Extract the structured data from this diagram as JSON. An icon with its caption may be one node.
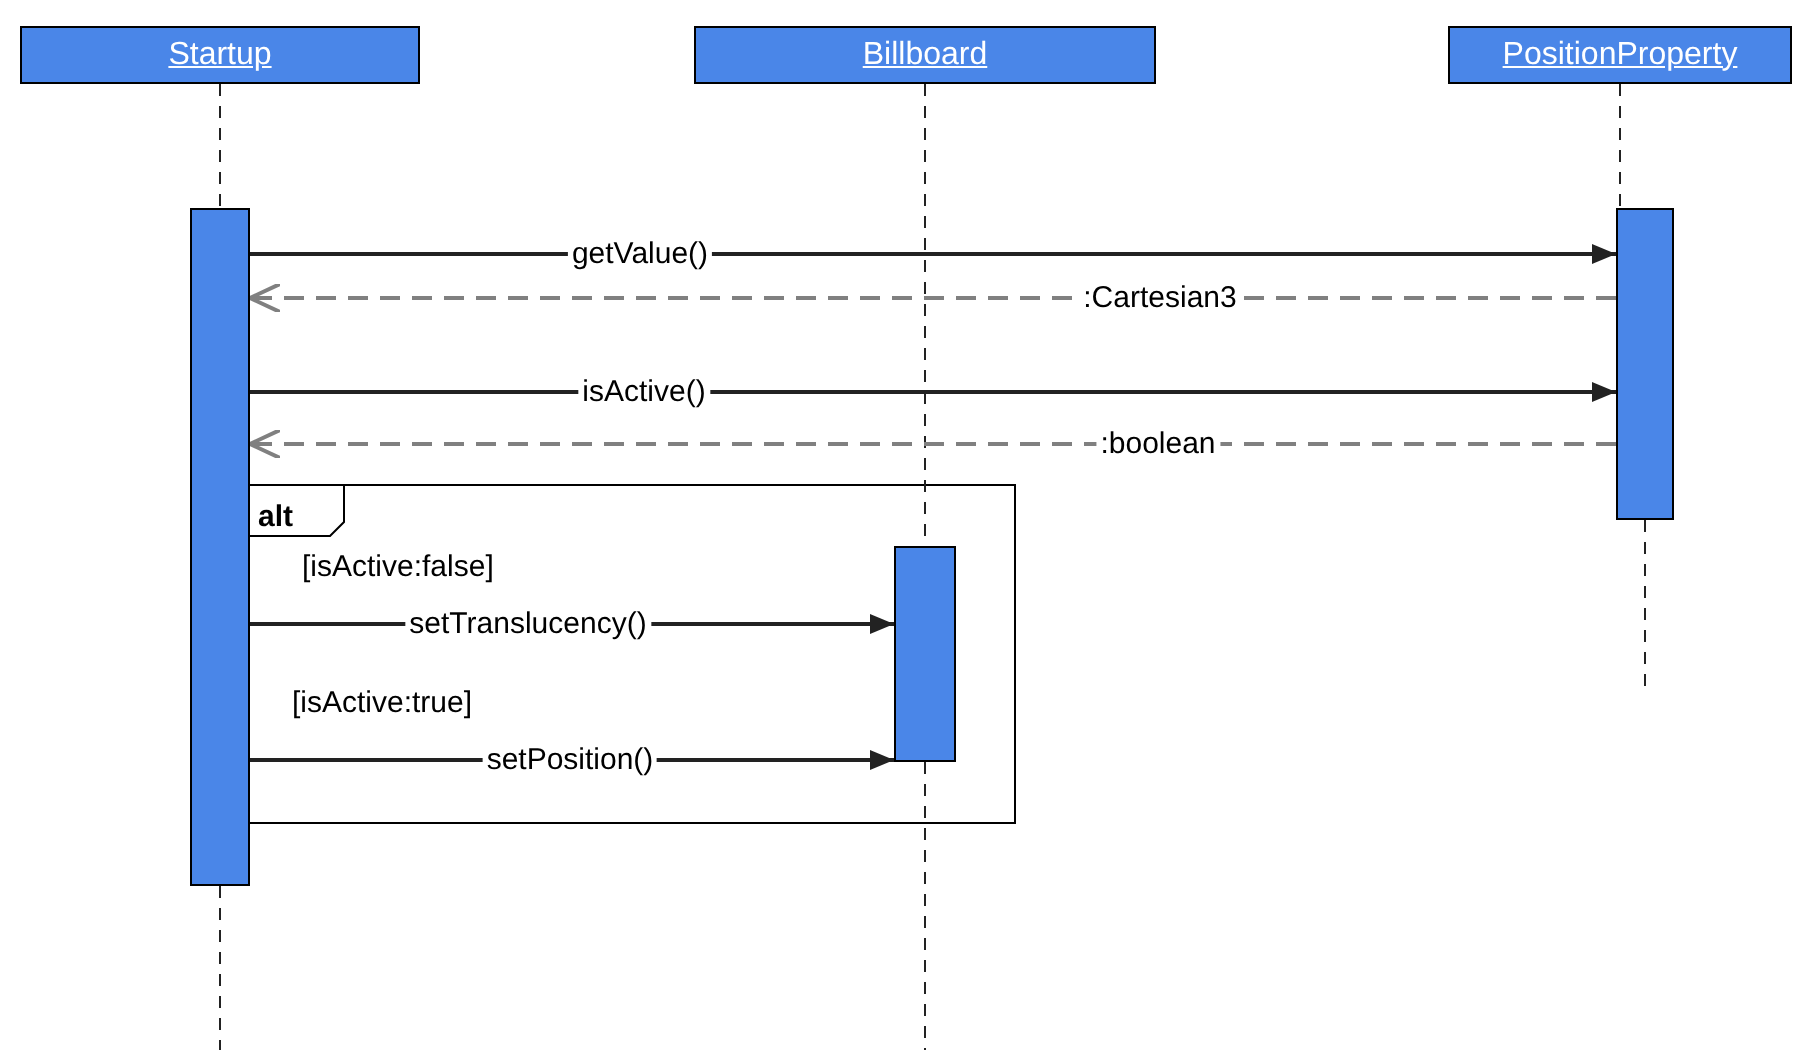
{
  "diagram": {
    "nodes": [
      {
        "text": [
          "Startup"
        ]
      },
      {
        "text": [
          "Billboard"
        ]
      },
      {
        "text": [
          "PositionProperty"
        ]
      },
      {
        "text": [],
        "shape": "bar"
      },
      {
        "text": [],
        "shape": "bar"
      },
      {
        "text": [],
        "shape": "bar",
        "in": 6
      },
      {
        "text": [
          "alt",
          "[isActive:false]",
          "[isActive:true]"
        ]
      }
    ],
    "edges": [
      {
        "from": 0,
        "to": 3,
        "arrow": "none",
        "style": "dashed"
      },
      {
        "from": 3,
        "to": null,
        "arrow": "none",
        "style": "dashed"
      },
      {
        "from": 1,
        "to": 5,
        "arrow": "none",
        "style": "dashed"
      },
      {
        "from": 5,
        "to": null,
        "arrow": "none",
        "style": "dashed"
      },
      {
        "from": 2,
        "to": 4,
        "arrow": "none",
        "style": "dashed"
      },
      {
        "from": 4,
        "to": null,
        "arrow": "none",
        "style": "dashed"
      },
      {
        "from": 3,
        "to": 4,
        "arrow": "to",
        "label": "getValue()"
      },
      {
        "from": 4,
        "to": 3,
        "arrow": "to",
        "label": ":Cartesian3",
        "style": "dashed",
        "color": "#808080"
      },
      {
        "from": 3,
        "to": 4,
        "arrow": "to",
        "label": "isActive()"
      },
      {
        "from": 4,
        "to": 3,
        "arrow": "to",
        "label": ":boolean",
        "style": "dashed",
        "color": "#808080"
      },
      {
        "from": 3,
        "to": 5,
        "arrow": "to",
        "label": "setTranslucency()"
      },
      {
        "from": 3,
        "to": 5,
        "arrow": "to",
        "label": "setPosition()"
      }
    ]
  }
}
